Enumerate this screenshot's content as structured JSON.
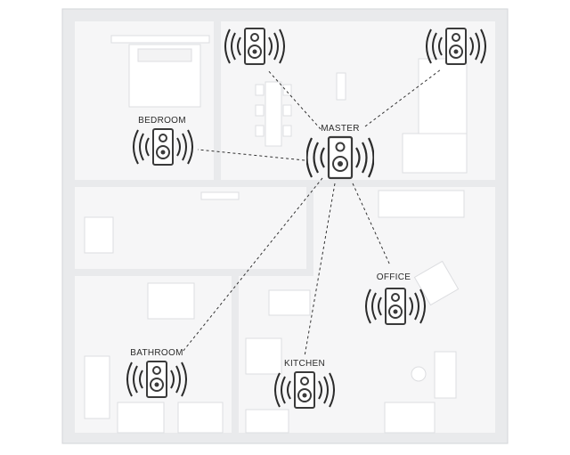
{
  "rooms": {
    "bedroom": "BEDROOM",
    "master": "MASTER",
    "office": "OFFICE",
    "bathroom": "BATHROOM",
    "kitchen": "KITCHEN"
  },
  "colors": {
    "floor": "#f4f4f5",
    "wall": "#e6e7e9",
    "wall_edge": "#cfd1d4",
    "furniture": "#ffffff",
    "speaker_body": "#3a3a3a",
    "wave": "#2b2b2b",
    "link": "#333333"
  },
  "icons": [
    "speaker-icon",
    "sound-wave-icon"
  ]
}
